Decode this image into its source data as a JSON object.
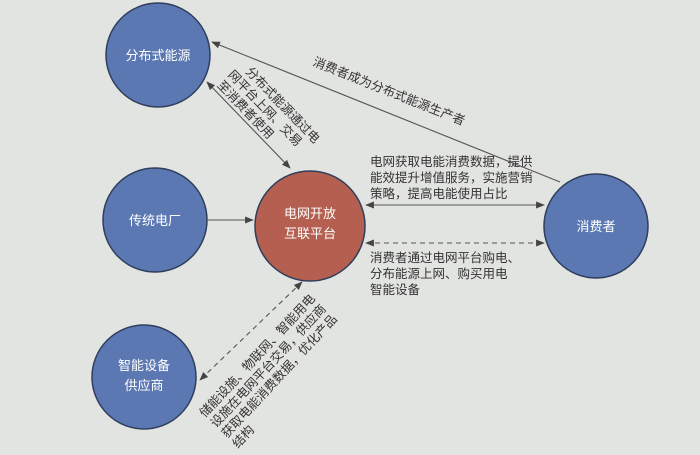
{
  "nodes": {
    "distributed": "分布式能源",
    "traditional": "传统电厂",
    "platform": [
      "电网开放",
      "互联平台"
    ],
    "consumer": "消费者",
    "supplier": [
      "智能设备",
      "供应商"
    ]
  },
  "edges": {
    "consumer_to_distributed": "消费者成为分布式能源生产者",
    "distributed_platform": [
      "分布式能源通过电",
      "网平台上网、交易",
      "至消费者使用"
    ],
    "platform_consumer_solid": [
      "电网获取电能消费数据，提供",
      "能效提升增值服务，实施营销",
      "策略，提高电能使用占比"
    ],
    "platform_consumer_dashed": [
      "消费者通过电网平台购电、",
      "分布能源上网、购买用电",
      "智能设备"
    ],
    "platform_supplier": [
      "储能设施、物联网、智能用电",
      "设施在电网平台交易，供应商",
      "获取电能消费数据，优化产品",
      "结构"
    ]
  },
  "colors": {
    "node": "#5b78b2",
    "platform": "#b45f4f",
    "background": "#e2e4e1"
  }
}
